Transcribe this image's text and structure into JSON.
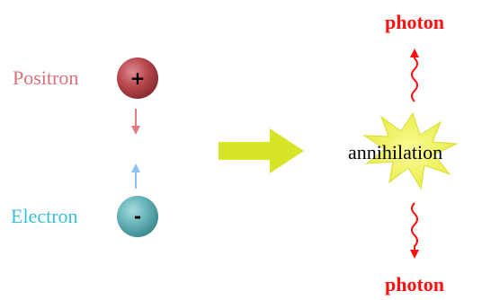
{
  "diagram": {
    "positron": {
      "label": "Positron",
      "charge": "+"
    },
    "electron": {
      "label": "Electron",
      "charge": "-"
    },
    "photons": [
      {
        "label": "photon"
      },
      {
        "label": "photon"
      }
    ],
    "event": {
      "label": "annihilation"
    }
  },
  "colors": {
    "positron_text": "#d9707a",
    "positron_sphere": "#b8484e",
    "electron_text": "#3bbfd6",
    "electron_sphere": "#66b3b8",
    "photon": "#ff1010",
    "down_arrow": "#e57b80",
    "up_arrow": "#8ec2f0",
    "big_arrow": "#d6e626",
    "burst": "#eef04a"
  }
}
